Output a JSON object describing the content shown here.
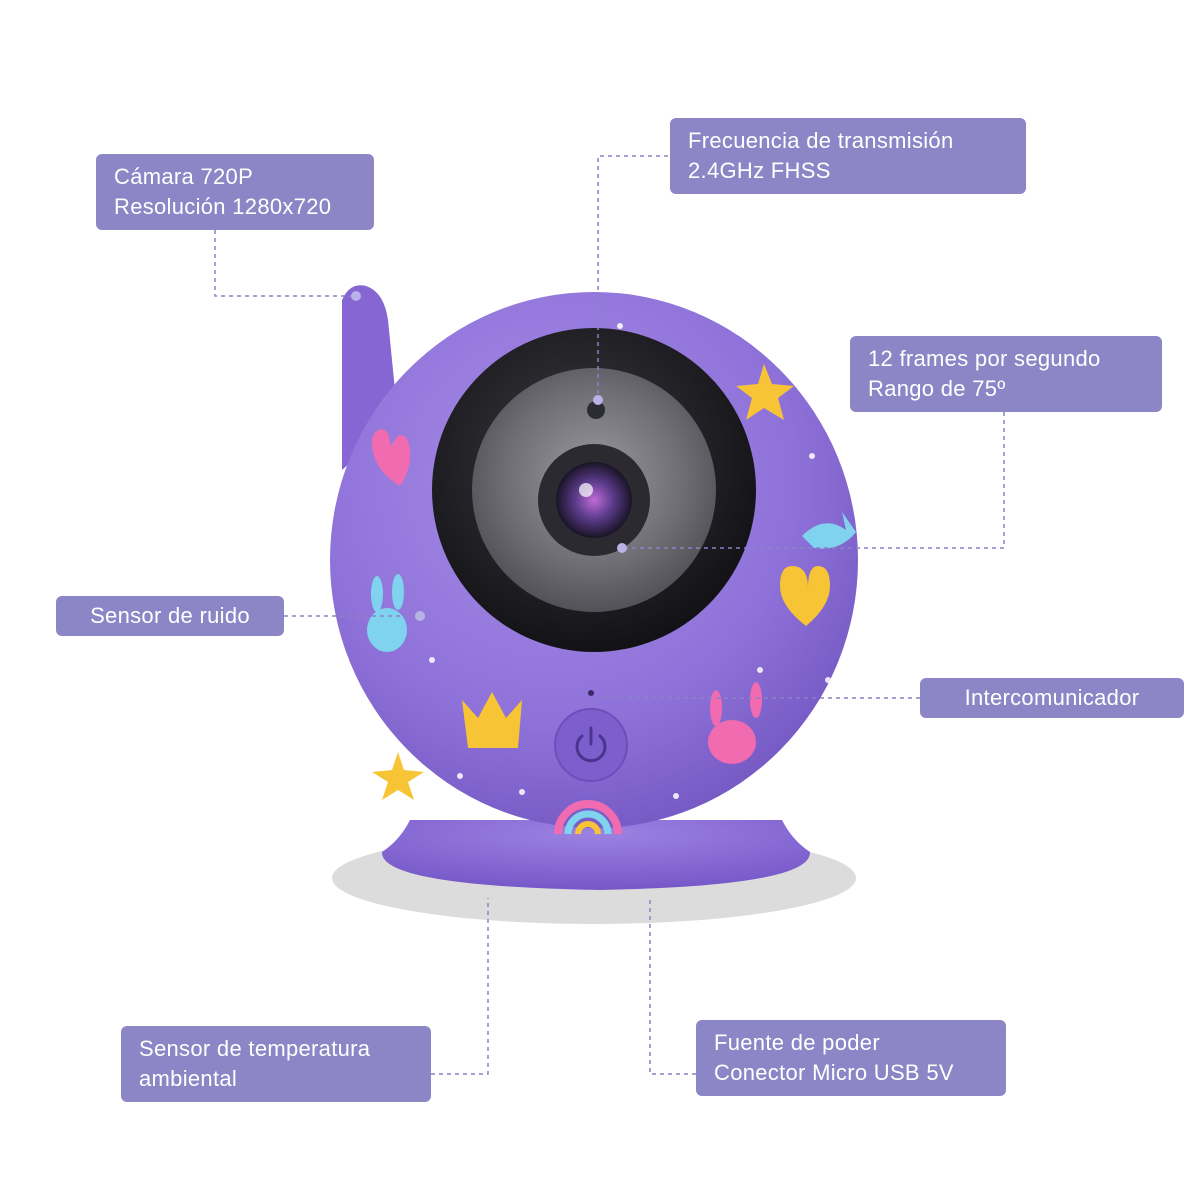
{
  "callouts": {
    "camera": {
      "line1": "Cámara 720P",
      "line2": "Resolución 1280x720"
    },
    "frequency": {
      "line1": "Frecuencia de transmisión",
      "line2": "2.4GHz FHSS"
    },
    "frames": {
      "line1": "12 frames por segundo",
      "line2": "Rango de 75º"
    },
    "noise": {
      "line1": "Sensor de ruido"
    },
    "intercom": {
      "line1": "Intercomunicador"
    },
    "temperature": {
      "line1": "Sensor de temperatura",
      "line2": "ambiental"
    },
    "power": {
      "line1": "Fuente de poder",
      "line2": "Conector Micro USB 5V"
    }
  },
  "colors": {
    "callout_bg": "#8c86c6",
    "body_purple": "#8f72d9",
    "leader_line": "#8a84c4"
  },
  "icons": [
    "power-icon"
  ]
}
